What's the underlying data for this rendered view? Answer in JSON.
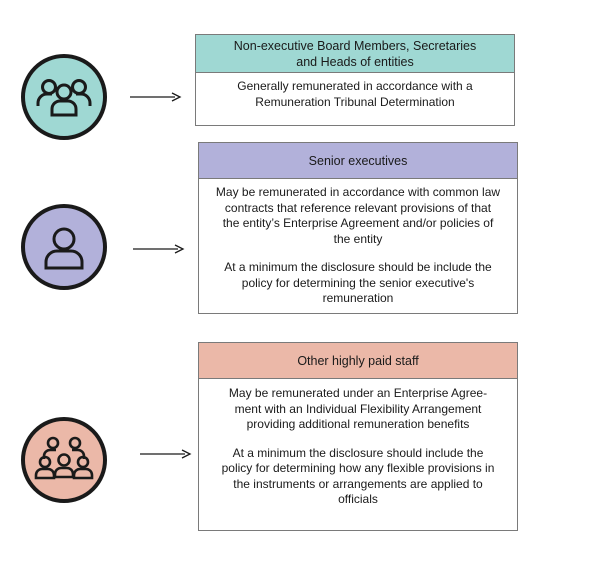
{
  "groups": [
    {
      "id": "non-executive",
      "header": [
        "Non-executive Board Members, Secretaries",
        "and Heads of entities"
      ],
      "header_color": "#9fd8d3",
      "icon_color": "#9fd8d3",
      "icon": "group-three-icon",
      "body": [
        [
          "Generally remunerated in accordance with a",
          "Remuneration Tribunal Determination"
        ]
      ]
    },
    {
      "id": "senior-executives",
      "header": [
        "Senior executives"
      ],
      "header_color": "#b2b1da",
      "icon_color": "#b2b1da",
      "icon": "person-icon",
      "body": [
        [
          "May be remunerated in accordance with common law",
          "contracts that reference relevant provisions of that",
          "the entity’s Enterprise Agreement and/or policies of",
          "the entity"
        ],
        [
          "At a minimum the disclosure should be include the",
          "policy for determining the senior executive's",
          "remuneration"
        ]
      ]
    },
    {
      "id": "other-highly-paid",
      "header": [
        "Other highly paid staff"
      ],
      "header_color": "#ebb8a8",
      "icon_color": "#ebb8a8",
      "icon": "group-five-icon",
      "body": [
        [
          "May be remunerated under an Enterprise Agree-",
          "ment with an Individual Flexibility Arrangement",
          "providing additional remuneration benefits"
        ],
        [
          "At a minimum the disclosure should include the",
          "policy for determining how any flexible provisions in",
          "the instruments or arrangements are applied to",
          "officials"
        ]
      ]
    }
  ]
}
